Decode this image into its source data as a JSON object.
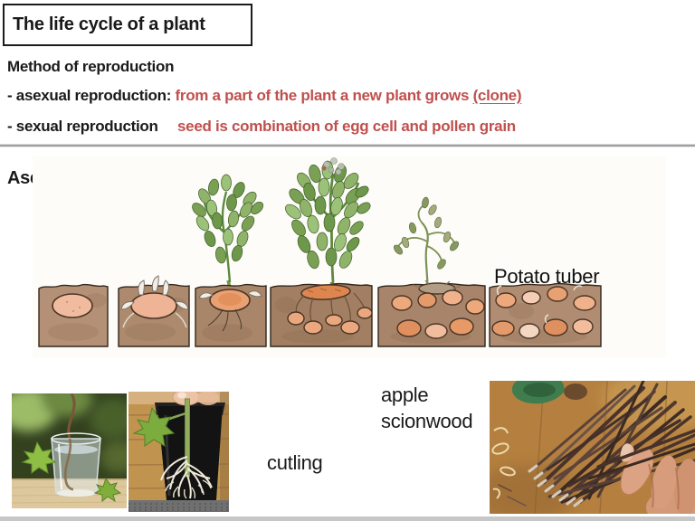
{
  "title_box": {
    "title": "The life cycle of a plant"
  },
  "method": {
    "heading": "Method of reproduction",
    "asexual_label": "- asexual reproduction:",
    "asexual_text": "from a part of the plant a new plant grows ",
    "asexual_clone": "(clone)",
    "sexual_label": "- sexual reproduction",
    "sexual_text": "seed is combination of egg cell and pollen grain"
  },
  "asexual_cycle": {
    "heading": "Asexual life cycle",
    "potato_label": "Potato tuber",
    "stage_count": 6,
    "stages": [
      "dormant tuber in soil",
      "tuber sprouting",
      "young shoot with small plant",
      "mature plant forming new tubers",
      "plant dying back over grown tubers",
      "tubers left in soil"
    ],
    "illustration_alt": "Six-panel drawing of the potato tuber life cycle"
  },
  "examples": {
    "cutting_label": "cutling",
    "scionwood_line1": "apple",
    "scionwood_line2": "scionwood",
    "photo_cutting_water_alt": "ivy cutting rooting in a glass of water",
    "photo_cutting_rooted_alt": "hand holding a rooted green cutting over a black pot",
    "photo_scionwood_alt": "hand holding a bundle of apple scionwood sticks"
  },
  "colors": {
    "accent_red": "#c0504d",
    "divider_gray": "#9f9f9f",
    "bottom_bar_gray": "#c7c7c7"
  }
}
